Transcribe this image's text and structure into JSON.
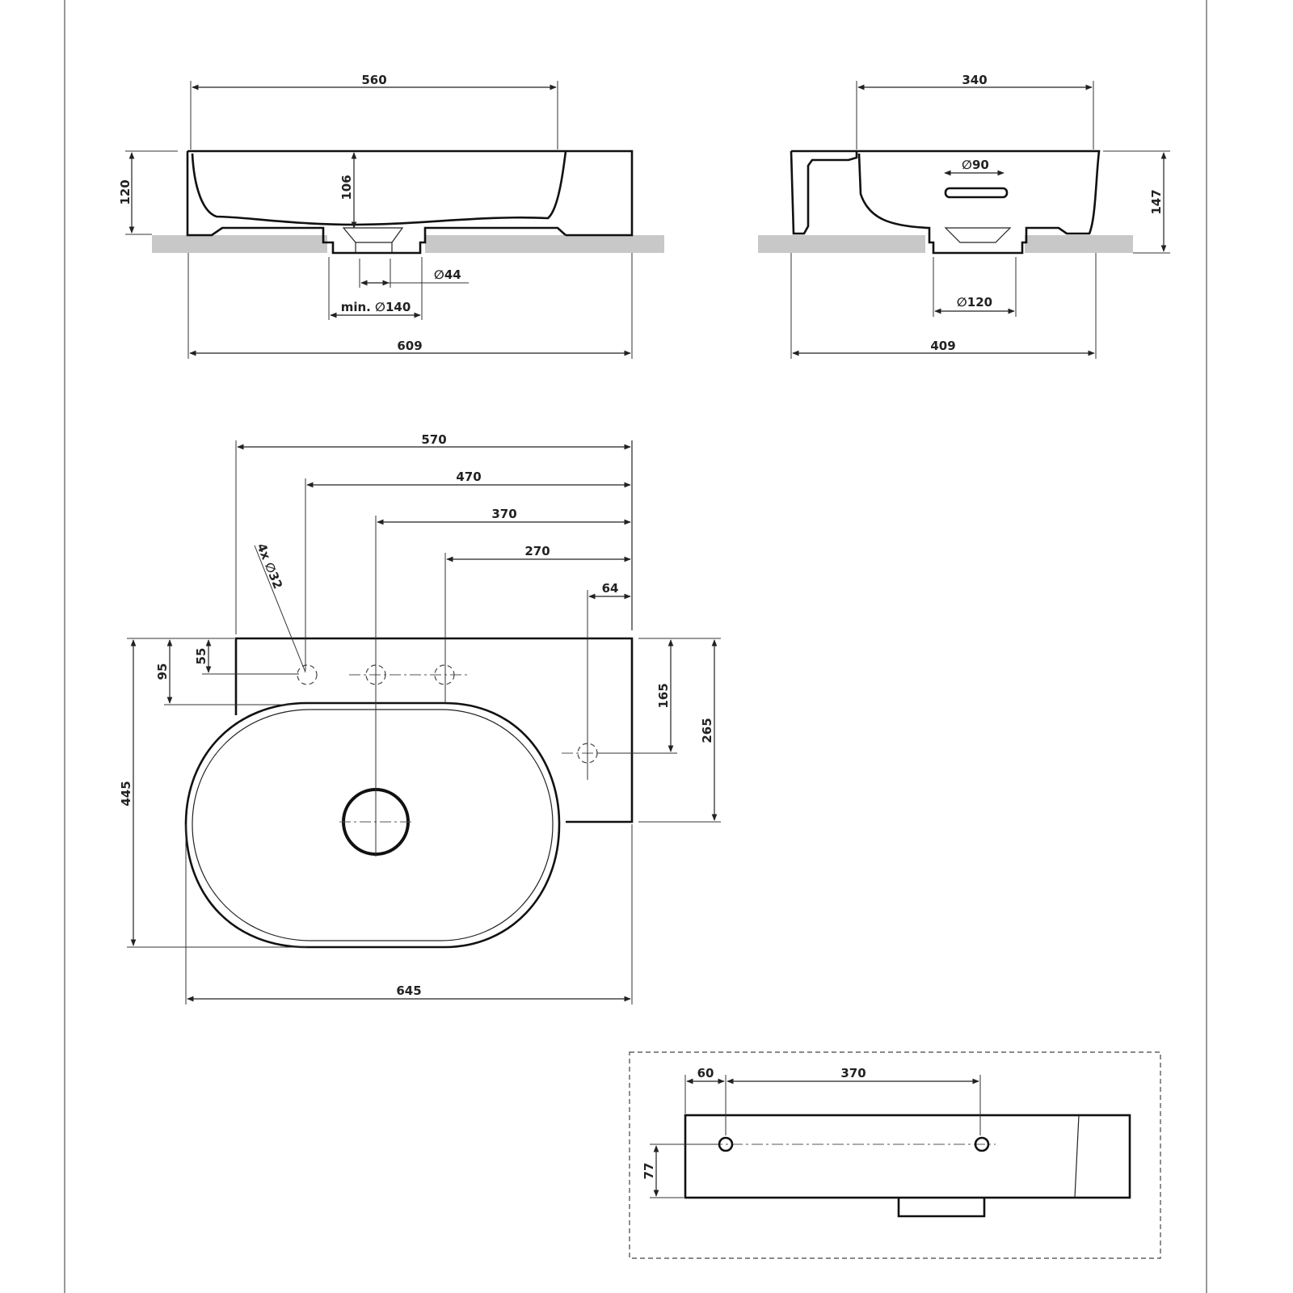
{
  "front_view": {
    "inner_width": "560",
    "height": "120",
    "bowl_depth": "106",
    "waste_diameter": "∅44",
    "min_cutout": "min. ∅140",
    "overall_width": "609"
  },
  "side_view": {
    "inner_width": "340",
    "overflow": "∅90",
    "height": "147",
    "cutout": "∅120",
    "overall_depth": "409"
  },
  "plan_view": {
    "dim_570": "570",
    "dim_470": "470",
    "dim_370": "370",
    "dim_270": "270",
    "dim_64": "64",
    "holes": "4x ∅32",
    "dim_55": "55",
    "dim_95": "95",
    "dim_445": "445",
    "dim_165": "165",
    "dim_265": "265",
    "overall_width": "645"
  },
  "rear_view": {
    "dim_60": "60",
    "dim_370": "370",
    "dim_77": "77"
  }
}
